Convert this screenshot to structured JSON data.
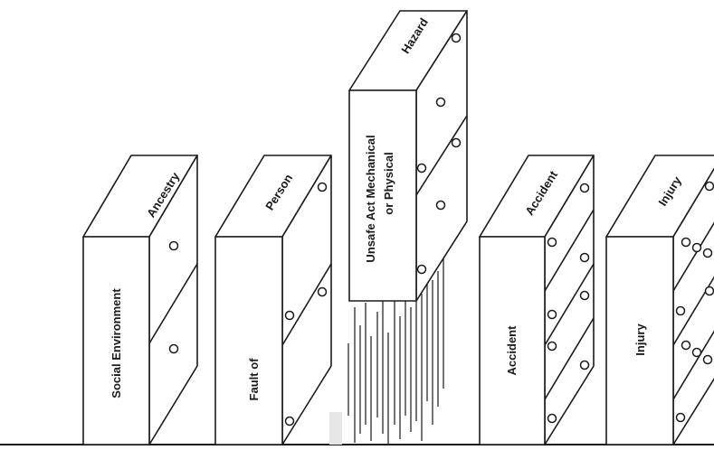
{
  "dominoes": [
    {
      "id": "ancestry",
      "top_label": "Ancestry",
      "front_label": "Social Environment"
    },
    {
      "id": "person",
      "top_label": "Person",
      "front_label": "Fault of"
    },
    {
      "id": "hazard",
      "top_label": "Hazard",
      "front_label_line1": "Unsafe Act Mechanical",
      "front_label_line2": "or Physical"
    },
    {
      "id": "accident",
      "top_label": "Accident",
      "front_label": "Accident"
    },
    {
      "id": "injury",
      "top_label": "Injury",
      "front_label": "Injury"
    }
  ],
  "colors": {
    "ink": "#1a1a1a",
    "paper": "#ffffff"
  }
}
